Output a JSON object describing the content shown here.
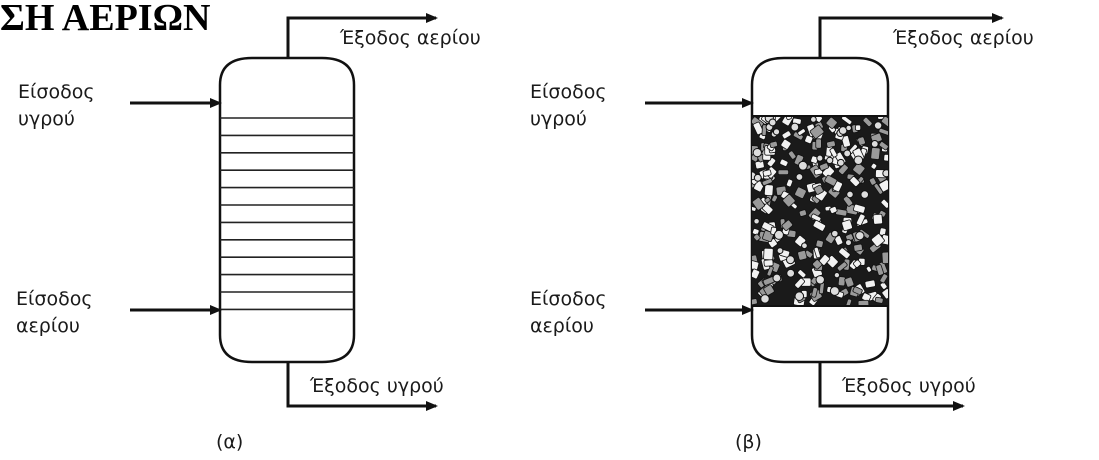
{
  "title": "ΣΗ ΑΕΡΙΩΝ",
  "columns": [
    {
      "gas_outlet": "Έξοδος αερίου",
      "liquid_inlet": [
        "Είσοδος",
        "υγρού"
      ],
      "gas_inlet": [
        "Είσοδος",
        "αερίου"
      ],
      "liquid_outlet": "Έξοδος υγρού",
      "caption": "(α)"
    },
    {
      "gas_outlet": "Έξοδος αερίου",
      "liquid_inlet": [
        "Είσοδος",
        "υγρού"
      ],
      "gas_inlet": [
        "Είσοδος",
        "αερίου"
      ],
      "liquid_outlet": "Έξοδος υγρού",
      "caption": "(β)"
    }
  ]
}
